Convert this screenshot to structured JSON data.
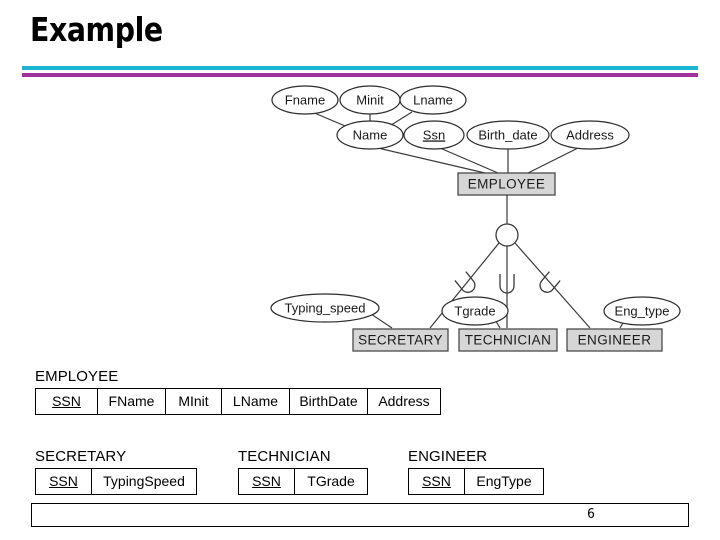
{
  "slide": {
    "title": "Example",
    "page_number": "6",
    "rule_colors": {
      "top": "#19b5d2",
      "bottom": "#a0329b"
    }
  },
  "er_diagram": {
    "superclass": {
      "name": "EMPLOYEE",
      "attributes": [
        {
          "label": "Fname",
          "key": false
        },
        {
          "label": "Minit",
          "key": false
        },
        {
          "label": "Lname",
          "key": false
        },
        {
          "label": "Name",
          "key": false
        },
        {
          "label": "Ssn",
          "key": true
        },
        {
          "label": "Birth_date",
          "key": false
        },
        {
          "label": "Address",
          "key": false
        }
      ]
    },
    "specialization": {
      "symbol": "circle",
      "subset_symbol": "U",
      "subclasses": [
        {
          "name": "SECRETARY",
          "attribute": "Typing_speed"
        },
        {
          "name": "TECHNICIAN",
          "attribute": "Tgrade"
        },
        {
          "name": "ENGINEER",
          "attribute": "Eng_type"
        }
      ]
    }
  },
  "relational_schema": {
    "tables": [
      {
        "name": "EMPLOYEE",
        "columns": [
          {
            "label": "SSN",
            "key": true
          },
          {
            "label": "FName",
            "key": false
          },
          {
            "label": "MInit",
            "key": false
          },
          {
            "label": "LName",
            "key": false
          },
          {
            "label": "BirthDate",
            "key": false
          },
          {
            "label": "Address",
            "key": false
          }
        ]
      },
      {
        "name": "SECRETARY",
        "columns": [
          {
            "label": "SSN",
            "key": true
          },
          {
            "label": "TypingSpeed",
            "key": false
          }
        ]
      },
      {
        "name": "TECHNICIAN",
        "columns": [
          {
            "label": "SSN",
            "key": true
          },
          {
            "label": "TGrade",
            "key": false
          }
        ]
      },
      {
        "name": "ENGINEER",
        "columns": [
          {
            "label": "SSN",
            "key": true
          },
          {
            "label": "EngType",
            "key": false
          }
        ]
      }
    ]
  }
}
